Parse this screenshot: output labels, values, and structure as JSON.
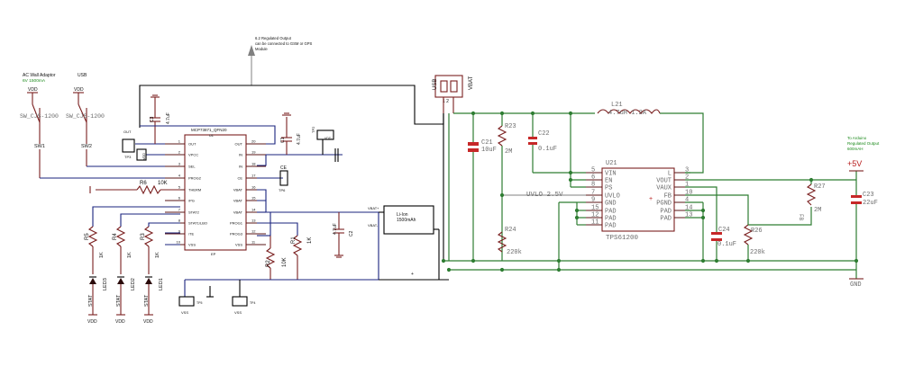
{
  "labels": {
    "note_regulated_1": "6.2 Regulated Output",
    "note_regulated_2": "can be connected to GSM or GPS",
    "note_regulated_3": "Module",
    "ac_title": "AC Wall Adaptor",
    "ac_spec": "6V 1500mA",
    "usb_title": "USB",
    "vdd": "VDD",
    "vss": "VSS",
    "sw1_part": "SW_CJS-1200",
    "sw2_part": "SW_CJS-1200",
    "sw1_ref": "SW1",
    "sw2_ref": "SW2",
    "ic1_part": "MCP73871_QFN20",
    "ic1_ref": "U1",
    "ep": "EP",
    "tp_out": "OUT",
    "tp3": "TP3",
    "tp2": "TP2",
    "tp4": "TP4",
    "tp5": "TP5",
    "tp6": "TP6",
    "ce": "CE",
    "c1_ref": "C1",
    "c1_val": "4.7uF",
    "c2_ref": "C2",
    "c2_val": "4.7uF",
    "c3_ref": "C3",
    "c3_val": "4.7uF",
    "r6_ref": "R6",
    "r6_val": "10K",
    "r1_ref": "R1",
    "r1_val": "1K",
    "r2_ref": "R2",
    "r2_val": "10K",
    "r3_ref": "R3",
    "r4_ref": "R4",
    "r5_ref": "R5",
    "r_1k": "1K",
    "led1": "LED1",
    "led2": "LED2",
    "led3": "LED3",
    "stat": "STAT",
    "vbat_plus": "VBAT+",
    "vbat_minus": "VBAT-",
    "liion_1": "Li-Ion",
    "liion_2": "1500mAh",
    "jp_left": "USB",
    "jp_right": "VBAT",
    "jp_pins": "1 2",
    "l21_ref": "L21",
    "l21_val": "4.7uH 1.2A",
    "c21_ref": "C21",
    "c21_val": "10uF",
    "r23_ref": "R23",
    "r23_val": "2M",
    "c22_ref": "C22",
    "c22_val": "0.1uF",
    "u21_ref": "U21",
    "u21_part": "TPS61200",
    "uvlo_label": "UVLO 2.5V",
    "r24_ref": "R24",
    "r24_val": "220k",
    "c24_ref": "C24",
    "c24_val": "0.1uF",
    "r26_ref": "R26",
    "r26_val": "220k",
    "r27_ref": "R27",
    "r27_val": "2M",
    "c23_ref": "C23",
    "c23_val": "22uF",
    "fb_label": "FB",
    "plus5v": "+5V",
    "gnd": "GND",
    "arduino_1": "To Arduino",
    "arduino_2": "Regulated Output",
    "arduino_3": "600mAH",
    "star": "+"
  },
  "ic1_pins_left": [
    {
      "num": "1",
      "name": "OUT"
    },
    {
      "num": "2",
      "name": "VPCC"
    },
    {
      "num": "3",
      "name": "SEL"
    },
    {
      "num": "4",
      "name": "PROG2"
    },
    {
      "num": "5",
      "name": "THERM"
    },
    {
      "num": "6",
      "name": "/PG"
    },
    {
      "num": "7",
      "name": "STAT2"
    },
    {
      "num": "8",
      "name": "STAT1/LBO"
    },
    {
      "num": "9",
      "name": "/TE"
    },
    {
      "num": "10",
      "name": "VSS"
    }
  ],
  "ic1_pins_right": [
    {
      "num": "20",
      "name": "OUT"
    },
    {
      "num": "19",
      "name": "IN"
    },
    {
      "num": "18",
      "name": "IN"
    },
    {
      "num": "17",
      "name": "CE"
    },
    {
      "num": "16",
      "name": "VBAT"
    },
    {
      "num": "15",
      "name": "VBAT"
    },
    {
      "num": "14",
      "name": "VBAT"
    },
    {
      "num": "13",
      "name": "PROG1"
    },
    {
      "num": "12",
      "name": "PROG3"
    },
    {
      "num": "11",
      "name": "VSS"
    }
  ],
  "u21_pins_left": [
    {
      "num": "5",
      "name": "VIN"
    },
    {
      "num": "6",
      "name": "EN"
    },
    {
      "num": "8",
      "name": "PS"
    },
    {
      "num": "7",
      "name": "UVLO"
    },
    {
      "num": "9",
      "name": "GND"
    },
    {
      "num": "15",
      "name": "PAD"
    },
    {
      "num": "12",
      "name": "PAD"
    },
    {
      "num": "11",
      "name": "PAD"
    }
  ],
  "u21_pins_right": [
    {
      "num": "3",
      "name": "L"
    },
    {
      "num": "2",
      "name": "VOUT"
    },
    {
      "num": "1",
      "name": "VAUX"
    },
    {
      "num": "10",
      "name": "FB"
    },
    {
      "num": "4",
      "name": "PGND"
    },
    {
      "num": "14",
      "name": "PAD"
    },
    {
      "num": "13",
      "name": "PAD"
    }
  ]
}
